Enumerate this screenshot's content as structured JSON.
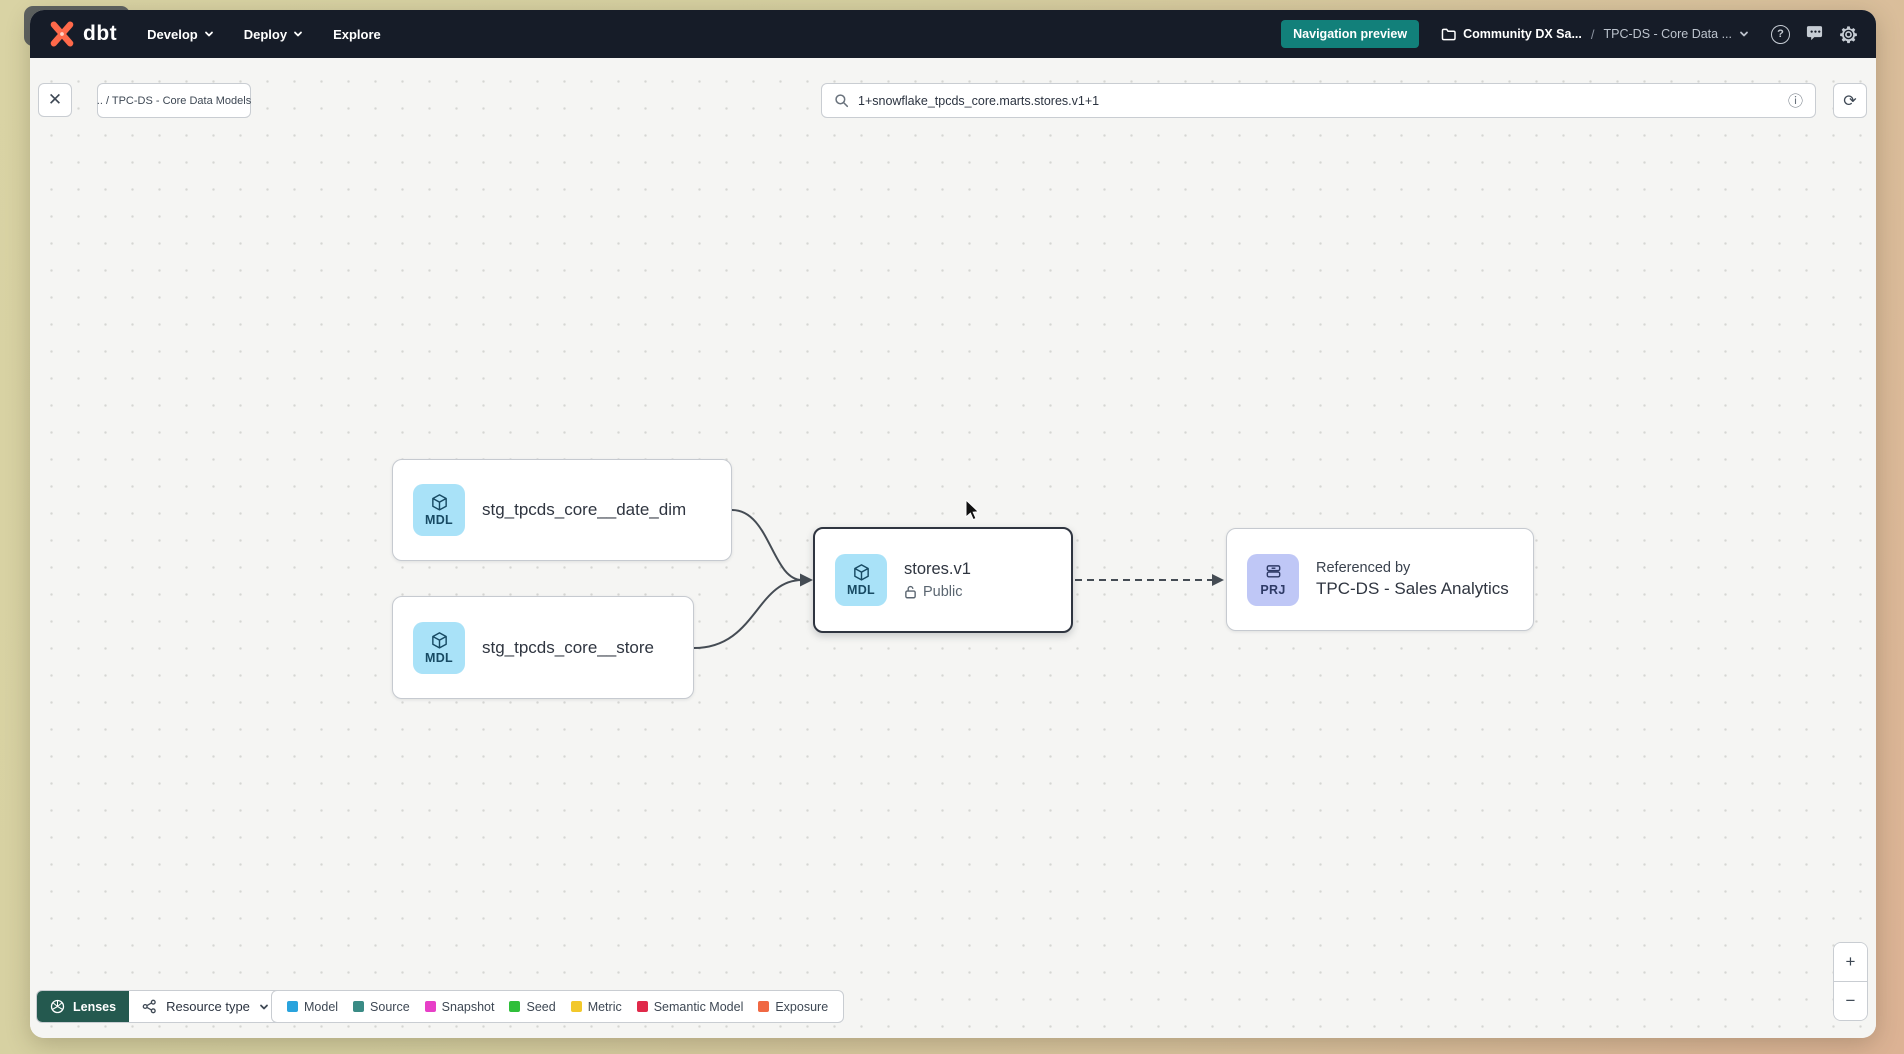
{
  "colors": {
    "navbar_bg": "#161C28",
    "accent_teal": "#12807A",
    "lenses_bg": "#24594F",
    "mdl_badge_bg": "#A9E2F8",
    "prj_badge_bg": "#BFC7F6",
    "selected_border": "#2F3540"
  },
  "navbar": {
    "logo_text": "dbt",
    "items": [
      {
        "label": "Develop"
      },
      {
        "label": "Deploy"
      },
      {
        "label": "Explore"
      }
    ],
    "preview_badge": "Navigation preview",
    "account_name": "Community DX Sa...",
    "path_separator": "/",
    "project_name": "TPC-DS - Core Data ...",
    "help_icon": "?",
    "icons": [
      "help-icon",
      "feedback-icon",
      "gear-icon"
    ]
  },
  "toolbar": {
    "breadcrumb": ".. / TPC-DS - Core Data Models",
    "search_value": "1+snowflake_tpcds_core.marts.stores.v1+1",
    "close_glyph": "✕",
    "refresh_glyph": "⟳",
    "info_glyph": "ⓘ"
  },
  "graph": {
    "nodes": [
      {
        "badge": "MDL",
        "label": "stg_tpcds_core__date_dim"
      },
      {
        "badge": "MDL",
        "label": "stg_tpcds_core__store"
      },
      {
        "badge": "MDL",
        "label": "stores.v1",
        "access": "Public",
        "selected": true
      },
      {
        "badge": "PRJ",
        "ref_label": "Referenced by",
        "label": "TPC-DS - Sales Analytics"
      }
    ]
  },
  "footer": {
    "lenses_label": "Lenses",
    "resource_type_label": "Resource type",
    "legend": [
      {
        "label": "Model",
        "color": "#29A3DD"
      },
      {
        "label": "Source",
        "color": "#3A8B85"
      },
      {
        "label": "Snapshot",
        "color": "#E73FC7"
      },
      {
        "label": "Seed",
        "color": "#2FBF3A"
      },
      {
        "label": "Metric",
        "color": "#F2C82B"
      },
      {
        "label": "Semantic Model",
        "color": "#E0294A"
      },
      {
        "label": "Exposure",
        "color": "#F06843"
      }
    ]
  },
  "zoom_controls": {
    "zoom_in": "+",
    "zoom_out": "−"
  }
}
